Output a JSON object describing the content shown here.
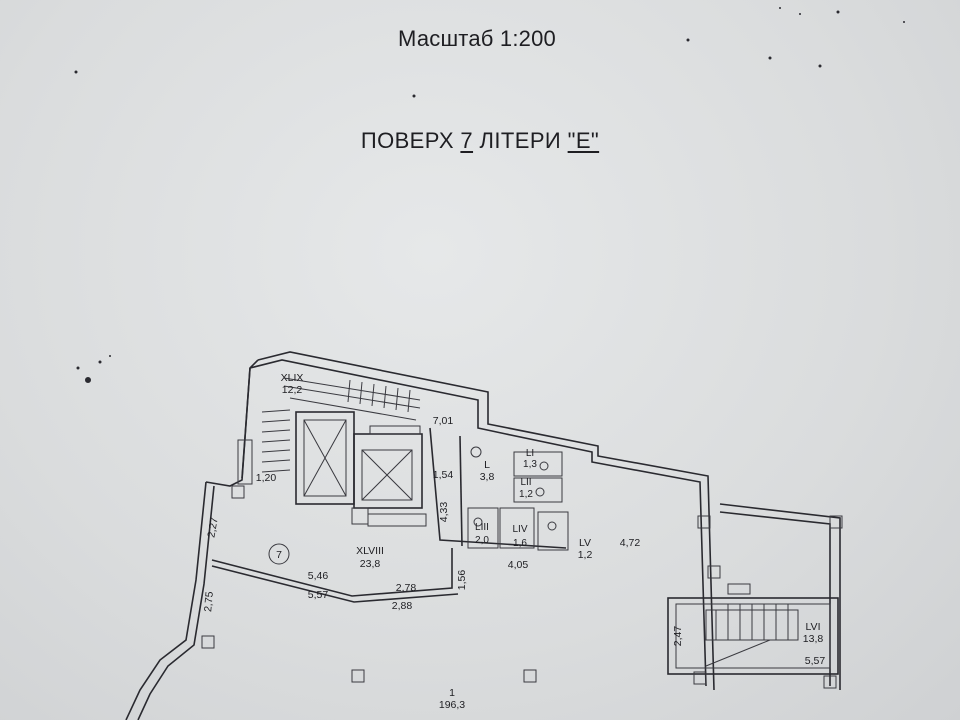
{
  "header": {
    "scale": "Масштаб 1:200",
    "title_prefix": "ПОВЕРХ ",
    "title_floor": "7",
    "title_middle": " ЛІТЕРИ ",
    "title_letter": "\"Е\""
  },
  "plan": {
    "rooms": [
      {
        "id": "XLIX",
        "area": "12,2"
      },
      {
        "id": "L",
        "area": "3,8"
      },
      {
        "id": "LI",
        "area": "1,3"
      },
      {
        "id": "LII",
        "area": "1,2"
      },
      {
        "id": "LIII",
        "area": "2,0"
      },
      {
        "id": "LIV",
        "area": "1,6"
      },
      {
        "id": "LV",
        "area": "1,2"
      },
      {
        "id": "XLVIII",
        "area": "23,8"
      },
      {
        "id": "LVI",
        "area": "13,8"
      },
      {
        "id": "1",
        "area": "196,3"
      }
    ],
    "dimensions": [
      "7,01",
      "1,20",
      "1,54",
      "4,33",
      "2,27",
      "5,46",
      "5,57",
      "2,78",
      "2,88",
      "1,56",
      "4,05",
      "4,72",
      "2,75",
      "2,47",
      "5,57"
    ],
    "floor_marker": "7"
  }
}
